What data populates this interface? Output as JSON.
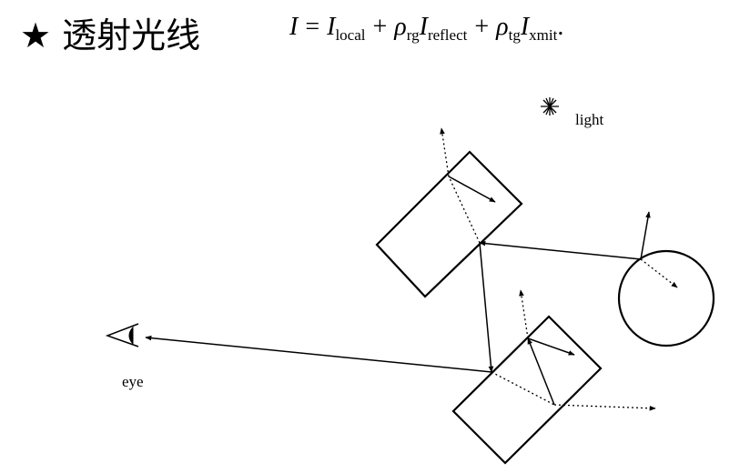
{
  "slide": {
    "title": "★ 透射光线",
    "formula": {
      "lhs": "I",
      "eq": "=",
      "t1": "I",
      "t1_sub": "local",
      "plus1": "+",
      "rho1": "ρ",
      "rho1_sub": "rg",
      "t2": "I",
      "t2_sub": "reflect",
      "plus2": "+",
      "rho2": "ρ",
      "rho2_sub": "tg",
      "t3": "I",
      "t3_sub": "xmit",
      "end": "."
    }
  },
  "diagram": {
    "light_label": "light",
    "eye_label": "eye",
    "light_icon": "asterisk-star-icon",
    "eye_icon": "eye-icon"
  }
}
